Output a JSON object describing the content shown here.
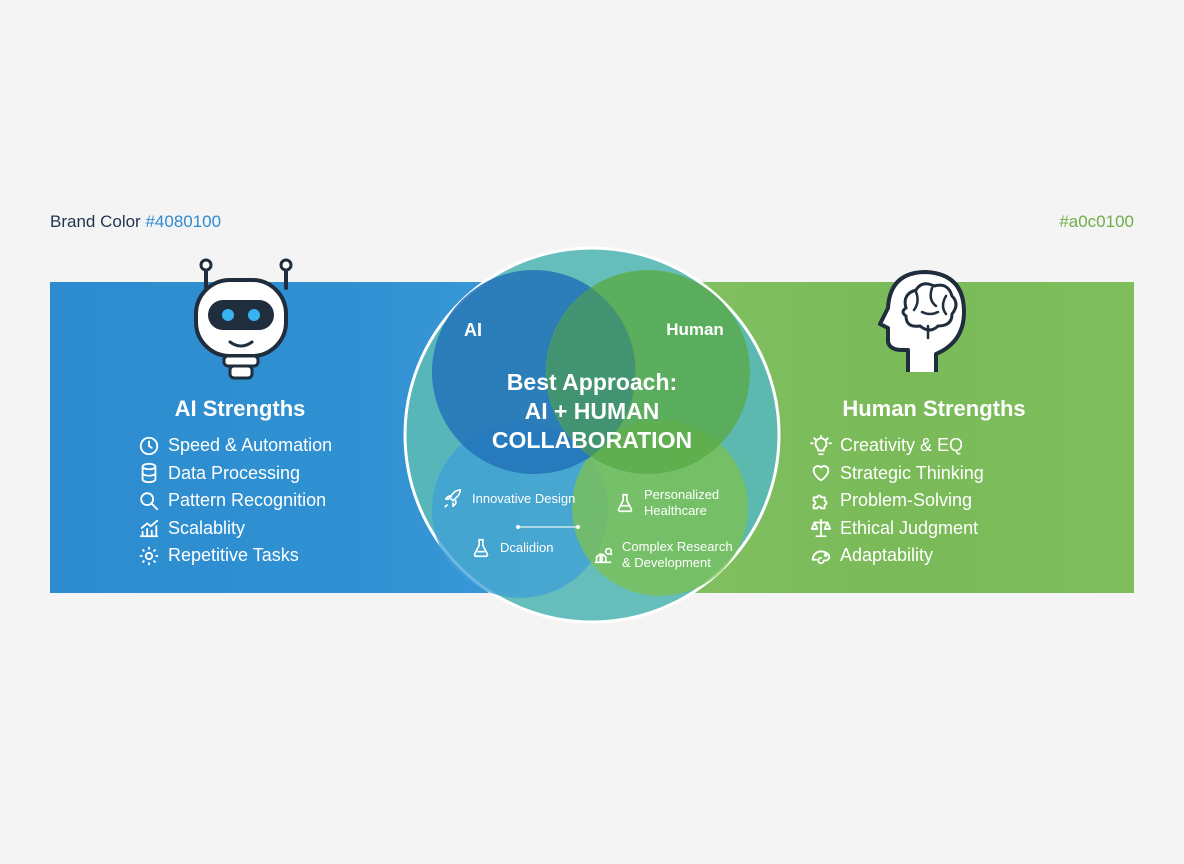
{
  "header": {
    "brand_label": "Brand Color",
    "brand_hex_left": "#4080100",
    "brand_hex_right": "#a0c0100"
  },
  "colors": {
    "ai_blue": "#2f8ed1",
    "human_green": "#7dbd5b",
    "text_dark": "#1f3550"
  },
  "ai_panel": {
    "title": "AI Strengths",
    "items": [
      {
        "icon": "clock-icon",
        "label": "Speed & Automation"
      },
      {
        "icon": "database-icon",
        "label": "Data Processing"
      },
      {
        "icon": "magnifier-icon",
        "label": "Pattern Recognition"
      },
      {
        "icon": "growth-chart-icon",
        "label": "Scalablity"
      },
      {
        "icon": "gear-icon",
        "label": "Repetitive Tasks"
      }
    ]
  },
  "human_panel": {
    "title": "Human Strengths",
    "items": [
      {
        "icon": "lightbulb-icon",
        "label": "Creativity & EQ"
      },
      {
        "icon": "heart-icon",
        "label": "Strategic Thinking"
      },
      {
        "icon": "puzzle-icon",
        "label": "Problem-Solving"
      },
      {
        "icon": "scales-icon",
        "label": "Ethical Judgment"
      },
      {
        "icon": "chameleon-icon",
        "label": "Adaptability"
      }
    ]
  },
  "venn": {
    "set_ai": "AI",
    "set_human": "Human",
    "center_line1": "Best Approach:",
    "center_line2": "AI + HUMAN",
    "center_line3": "COLLABORATION",
    "items": [
      {
        "icon": "rocket-icon",
        "label": "Innovative Design"
      },
      {
        "icon": "flask-icon",
        "label_line1": "Personalized",
        "label_line2": "Healthcare"
      },
      {
        "icon": "beaker-icon",
        "label": "Dcalidion"
      },
      {
        "icon": "research-icon",
        "label_line1": "Complex Research",
        "label_line2": "& Development"
      }
    ]
  }
}
